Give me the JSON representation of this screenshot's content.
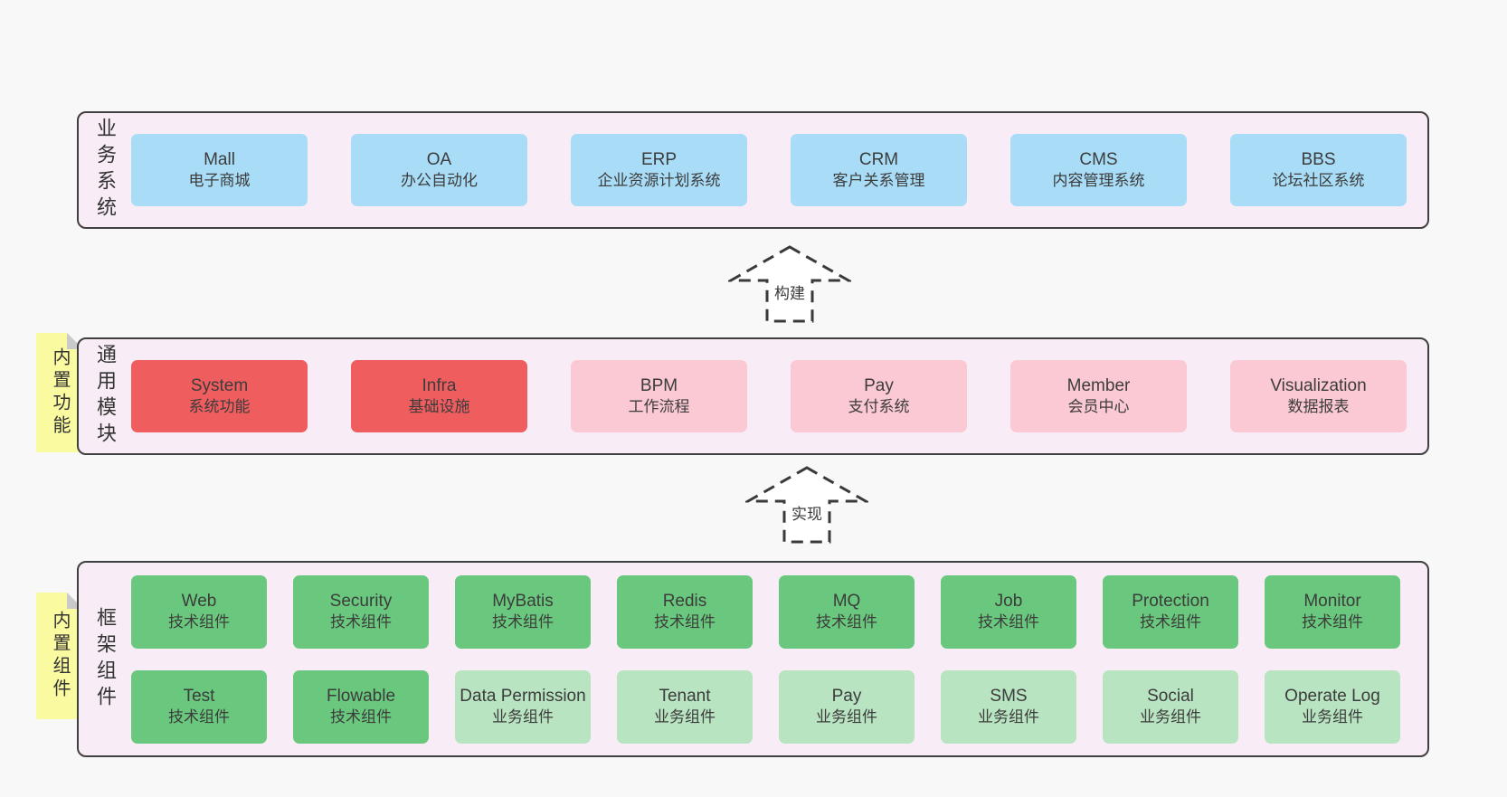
{
  "colors": {
    "page_bg": "#f8f8f8",
    "panel_bg": "#f8edf6",
    "panel_border": "#404040",
    "node_blue": "#a9dcf6",
    "node_red": "#ef5d5f",
    "node_pink": "#fbc9d3",
    "node_green": "#69c87d",
    "node_green_light": "#b9e4c1",
    "sticky_yellow": "#fafaa0",
    "text": "#3c3c3c"
  },
  "arrows": [
    {
      "label": "构建"
    },
    {
      "label": "实现"
    }
  ],
  "stickies": [
    {
      "text": "内置功能"
    },
    {
      "text": "内置组件"
    }
  ],
  "sections": {
    "business": {
      "label": "业务系统",
      "boxes": [
        {
          "name": "Mall",
          "subtitle": "电子商城",
          "variant": "blue"
        },
        {
          "name": "OA",
          "subtitle": "办公自动化",
          "variant": "blue"
        },
        {
          "name": "ERP",
          "subtitle": "企业资源计划系统",
          "variant": "blue"
        },
        {
          "name": "CRM",
          "subtitle": "客户关系管理",
          "variant": "blue"
        },
        {
          "name": "CMS",
          "subtitle": "内容管理系统",
          "variant": "blue"
        },
        {
          "name": "BBS",
          "subtitle": "论坛社区系统",
          "variant": "blue"
        }
      ]
    },
    "modules": {
      "label": "通用模块",
      "boxes": [
        {
          "name": "System",
          "subtitle": "系统功能",
          "variant": "red"
        },
        {
          "name": "Infra",
          "subtitle": "基础设施",
          "variant": "red"
        },
        {
          "name": "BPM",
          "subtitle": "工作流程",
          "variant": "pink"
        },
        {
          "name": "Pay",
          "subtitle": "支付系统",
          "variant": "pink"
        },
        {
          "name": "Member",
          "subtitle": "会员中心",
          "variant": "pink"
        },
        {
          "name": "Visualization",
          "subtitle": "数据报表",
          "variant": "pink"
        }
      ]
    },
    "components": {
      "label": "框架组件",
      "rows": [
        [
          {
            "name": "Web",
            "subtitle": "技术组件",
            "variant": "green"
          },
          {
            "name": "Security",
            "subtitle": "技术组件",
            "variant": "green"
          },
          {
            "name": "MyBatis",
            "subtitle": "技术组件",
            "variant": "green"
          },
          {
            "name": "Redis",
            "subtitle": "技术组件",
            "variant": "green"
          },
          {
            "name": "MQ",
            "subtitle": "技术组件",
            "variant": "green"
          },
          {
            "name": "Job",
            "subtitle": "技术组件",
            "variant": "green"
          },
          {
            "name": "Protection",
            "subtitle": "技术组件",
            "variant": "green"
          },
          {
            "name": "Monitor",
            "subtitle": "技术组件",
            "variant": "green"
          }
        ],
        [
          {
            "name": "Test",
            "subtitle": "技术组件",
            "variant": "green"
          },
          {
            "name": "Flowable",
            "subtitle": "技术组件",
            "variant": "green"
          },
          {
            "name": "Data Permission",
            "subtitle": "业务组件",
            "variant": "green-light"
          },
          {
            "name": "Tenant",
            "subtitle": "业务组件",
            "variant": "green-light"
          },
          {
            "name": "Pay",
            "subtitle": "业务组件",
            "variant": "green-light"
          },
          {
            "name": "SMS",
            "subtitle": "业务组件",
            "variant": "green-light"
          },
          {
            "name": "Social",
            "subtitle": "业务组件",
            "variant": "green-light"
          },
          {
            "name": "Operate Log",
            "subtitle": "业务组件",
            "variant": "green-light"
          }
        ]
      ]
    }
  }
}
